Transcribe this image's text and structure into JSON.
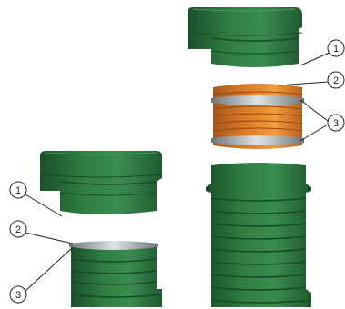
{
  "colors": {
    "green_dark": "#1f5a30",
    "green_mid": "#2f7d42",
    "green_light": "#3f9554",
    "orange_dark": "#b8601a",
    "orange_mid": "#d87a26",
    "orange_light": "#f29a3d",
    "ring_silver": "#b7bcc0",
    "ring_dark": "#6f7579",
    "line": "#222222"
  },
  "callouts": {
    "left_1": "1",
    "left_2": "2",
    "left_3": "3",
    "right_1": "1",
    "right_2": "2",
    "right_3": "3"
  }
}
